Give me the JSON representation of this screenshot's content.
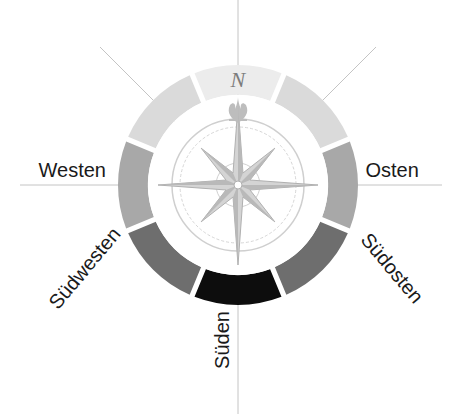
{
  "diagram": {
    "labels": [
      "N",
      "Westen",
      "Osten",
      "Südwesten",
      "Süden",
      "Südosten"
    ]
  }
}
